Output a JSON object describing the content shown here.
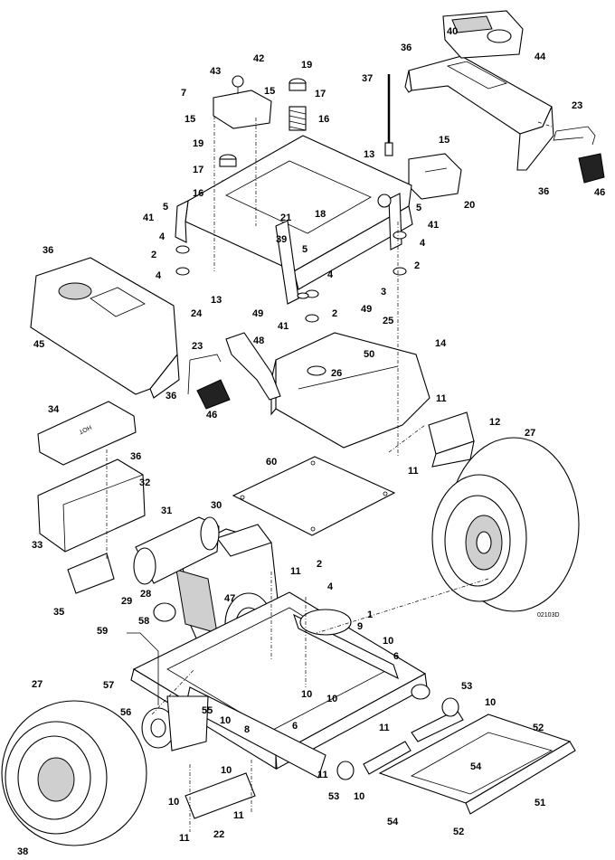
{
  "diagram": {
    "reference_code": "02103D",
    "callouts": [
      {
        "id": "c1",
        "text": "1"
      },
      {
        "id": "c2a",
        "text": "2"
      },
      {
        "id": "c2b",
        "text": "2"
      },
      {
        "id": "c2c",
        "text": "2"
      },
      {
        "id": "c2d",
        "text": "2"
      },
      {
        "id": "c3",
        "text": "3"
      },
      {
        "id": "c4a",
        "text": "4"
      },
      {
        "id": "c4b",
        "text": "4"
      },
      {
        "id": "c4c",
        "text": "4"
      },
      {
        "id": "c4d",
        "text": "4"
      },
      {
        "id": "c4e",
        "text": "4"
      },
      {
        "id": "c5a",
        "text": "5"
      },
      {
        "id": "c5b",
        "text": "5"
      },
      {
        "id": "c5c",
        "text": "5"
      },
      {
        "id": "c6a",
        "text": "6"
      },
      {
        "id": "c6b",
        "text": "6"
      },
      {
        "id": "c7",
        "text": "7"
      },
      {
        "id": "c8",
        "text": "8"
      },
      {
        "id": "c9",
        "text": "9"
      },
      {
        "id": "c10a",
        "text": "10"
      },
      {
        "id": "c10b",
        "text": "10"
      },
      {
        "id": "c10c",
        "text": "10"
      },
      {
        "id": "c10d",
        "text": "10"
      },
      {
        "id": "c10e",
        "text": "10"
      },
      {
        "id": "c10f",
        "text": "10"
      },
      {
        "id": "c10g",
        "text": "10"
      },
      {
        "id": "c10h",
        "text": "10"
      },
      {
        "id": "c11a",
        "text": "11"
      },
      {
        "id": "c11b",
        "text": "11"
      },
      {
        "id": "c11c",
        "text": "11"
      },
      {
        "id": "c11d",
        "text": "11"
      },
      {
        "id": "c11e",
        "text": "11"
      },
      {
        "id": "c11f",
        "text": "11"
      },
      {
        "id": "c11g",
        "text": "11"
      },
      {
        "id": "c12",
        "text": "12"
      },
      {
        "id": "c13a",
        "text": "13"
      },
      {
        "id": "c13b",
        "text": "13"
      },
      {
        "id": "c14",
        "text": "14"
      },
      {
        "id": "c15a",
        "text": "15"
      },
      {
        "id": "c15b",
        "text": "15"
      },
      {
        "id": "c15c",
        "text": "15"
      },
      {
        "id": "c16a",
        "text": "16"
      },
      {
        "id": "c16b",
        "text": "16"
      },
      {
        "id": "c17a",
        "text": "17"
      },
      {
        "id": "c17b",
        "text": "17"
      },
      {
        "id": "c18",
        "text": "18"
      },
      {
        "id": "c19a",
        "text": "19"
      },
      {
        "id": "c19b",
        "text": "19"
      },
      {
        "id": "c20",
        "text": "20"
      },
      {
        "id": "c21",
        "text": "21"
      },
      {
        "id": "c22",
        "text": "22"
      },
      {
        "id": "c23a",
        "text": "23"
      },
      {
        "id": "c23b",
        "text": "23"
      },
      {
        "id": "c24",
        "text": "24"
      },
      {
        "id": "c25",
        "text": "25"
      },
      {
        "id": "c26",
        "text": "26"
      },
      {
        "id": "c27a",
        "text": "27"
      },
      {
        "id": "c27b",
        "text": "27"
      },
      {
        "id": "c28",
        "text": "28"
      },
      {
        "id": "c29",
        "text": "29"
      },
      {
        "id": "c30",
        "text": "30"
      },
      {
        "id": "c31",
        "text": "31"
      },
      {
        "id": "c32",
        "text": "32"
      },
      {
        "id": "c33",
        "text": "33"
      },
      {
        "id": "c34",
        "text": "34"
      },
      {
        "id": "c35",
        "text": "35"
      },
      {
        "id": "c36a",
        "text": "36"
      },
      {
        "id": "c36b",
        "text": "36"
      },
      {
        "id": "c36c",
        "text": "36"
      },
      {
        "id": "c36d",
        "text": "36"
      },
      {
        "id": "c36e",
        "text": "36"
      },
      {
        "id": "c37",
        "text": "37"
      },
      {
        "id": "c38",
        "text": "38"
      },
      {
        "id": "c39",
        "text": "39"
      },
      {
        "id": "c40",
        "text": "40"
      },
      {
        "id": "c41a",
        "text": "41"
      },
      {
        "id": "c41b",
        "text": "41"
      },
      {
        "id": "c41c",
        "text": "41"
      },
      {
        "id": "c42",
        "text": "42"
      },
      {
        "id": "c43",
        "text": "43"
      },
      {
        "id": "c44",
        "text": "44"
      },
      {
        "id": "c45",
        "text": "45"
      },
      {
        "id": "c46a",
        "text": "46"
      },
      {
        "id": "c46b",
        "text": "46"
      },
      {
        "id": "c47",
        "text": "47"
      },
      {
        "id": "c48",
        "text": "48"
      },
      {
        "id": "c49a",
        "text": "49"
      },
      {
        "id": "c49b",
        "text": "49"
      },
      {
        "id": "c50",
        "text": "50"
      },
      {
        "id": "c51",
        "text": "51"
      },
      {
        "id": "c52a",
        "text": "52"
      },
      {
        "id": "c52b",
        "text": "52"
      },
      {
        "id": "c53a",
        "text": "53"
      },
      {
        "id": "c53b",
        "text": "53"
      },
      {
        "id": "c54a",
        "text": "54"
      },
      {
        "id": "c54b",
        "text": "54"
      },
      {
        "id": "c55",
        "text": "55"
      },
      {
        "id": "c56",
        "text": "56"
      },
      {
        "id": "c57",
        "text": "57"
      },
      {
        "id": "c58",
        "text": "58"
      },
      {
        "id": "c59",
        "text": "59"
      },
      {
        "id": "c60",
        "text": "60"
      }
    ]
  }
}
